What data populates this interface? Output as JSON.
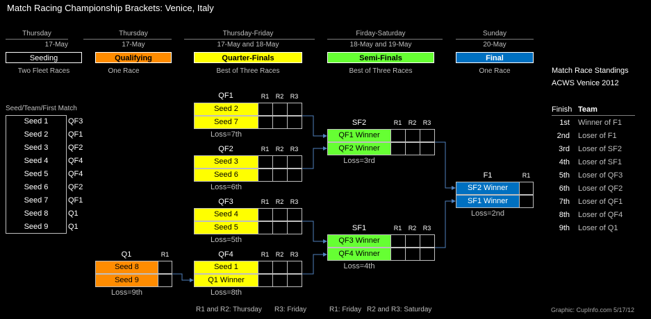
{
  "title": "Match Racing Championship Brackets:  Venice, Italy",
  "columns": [
    {
      "day": "Thursday",
      "date": "17-May",
      "stage": "Seeding",
      "note": "Two Fleet Races",
      "color": "#000000"
    },
    {
      "day": "Thursday",
      "date": "17-May",
      "stage": "Qualifying",
      "note": "One Race",
      "color": "#ff8c00"
    },
    {
      "day": "Thursday-Friday",
      "date": "17-May and 18-May",
      "stage": "Quarter-Finals",
      "note": "Best of Three Races",
      "color": "#ffff00"
    },
    {
      "day": "Firday-Saturday",
      "date": "18-May and 19-May",
      "stage": "Semi-Finals",
      "note": "Best of Three Races",
      "color": "#66ff33"
    },
    {
      "day": "Sunday",
      "date": "20-May",
      "stage": "Final",
      "note": "One Race",
      "color": "#0070c0"
    }
  ],
  "seed_table": {
    "header": "Seed/Team/First Match",
    "rows": [
      {
        "seed": "Seed 1",
        "match": "QF3"
      },
      {
        "seed": "Seed 2",
        "match": "QF1"
      },
      {
        "seed": "Seed 3",
        "match": "QF2"
      },
      {
        "seed": "Seed 4",
        "match": "QF4"
      },
      {
        "seed": "Seed 5",
        "match": "QF4"
      },
      {
        "seed": "Seed 6",
        "match": "QF2"
      },
      {
        "seed": "Seed 7",
        "match": "QF1"
      },
      {
        "seed": "Seed 8",
        "match": "Q1"
      },
      {
        "seed": "Seed 9",
        "match": "Q1"
      }
    ]
  },
  "race_labels": {
    "r1": "R1",
    "r2": "R2",
    "r3": "R3"
  },
  "matches": {
    "qf1": {
      "name": "QF1",
      "team_a": "Seed 2",
      "team_b": "Seed 7",
      "loss": "Loss=7th"
    },
    "qf2": {
      "name": "QF2",
      "team_a": "Seed 3",
      "team_b": "Seed 6",
      "loss": "Loss=6th"
    },
    "qf3": {
      "name": "QF3",
      "team_a": "Seed 4",
      "team_b": "Seed 5",
      "loss": "Loss=5th"
    },
    "qf4": {
      "name": "QF4",
      "team_a": "Seed 1",
      "team_b": "Q1 Winner",
      "loss": "Loss=8th"
    },
    "q1": {
      "name": "Q1",
      "team_a": "Seed 8",
      "team_b": "Seed 9",
      "loss": "Loss=9th"
    },
    "sf2": {
      "name": "SF2",
      "team_a": "QF1 Winner",
      "team_b": "QF2 Winner",
      "loss": "Loss=3rd"
    },
    "sf1": {
      "name": "SF1",
      "team_a": "QF3 Winner",
      "team_b": "QF4 Winner",
      "loss": "Loss=4th"
    },
    "f1": {
      "name": "F1",
      "team_a": "SF2 Winner",
      "team_b": "SF1 Winner",
      "loss": "Loss=2nd"
    }
  },
  "standings": {
    "title_line1": "Match Race Standings",
    "title_line2": "ACWS Venice 2012",
    "header_finish": "Finish",
    "header_team": "Team",
    "rows": [
      {
        "pos": "1st",
        "team": "Winner of F1"
      },
      {
        "pos": "2nd",
        "team": "Loser of F1"
      },
      {
        "pos": "3rd",
        "team": "Loser of SF2"
      },
      {
        "pos": "4th",
        "team": "Loser of SF1"
      },
      {
        "pos": "5th",
        "team": "Loser of QF3"
      },
      {
        "pos": "6th",
        "team": "Loser of QF2"
      },
      {
        "pos": "7th",
        "team": "Loser of QF1"
      },
      {
        "pos": "8th",
        "team": "Loser of QF4"
      },
      {
        "pos": "9th",
        "team": "Loser of Q1"
      }
    ]
  },
  "footer": {
    "qf_schedule": "R1 and R2: Thursday",
    "qf_friday": "R3: Friday",
    "sf_schedule_a": "R1: Friday",
    "sf_schedule_b": "R2 and R3: Saturday",
    "credit": "Graphic: CupInfo.com 5/17/12"
  }
}
